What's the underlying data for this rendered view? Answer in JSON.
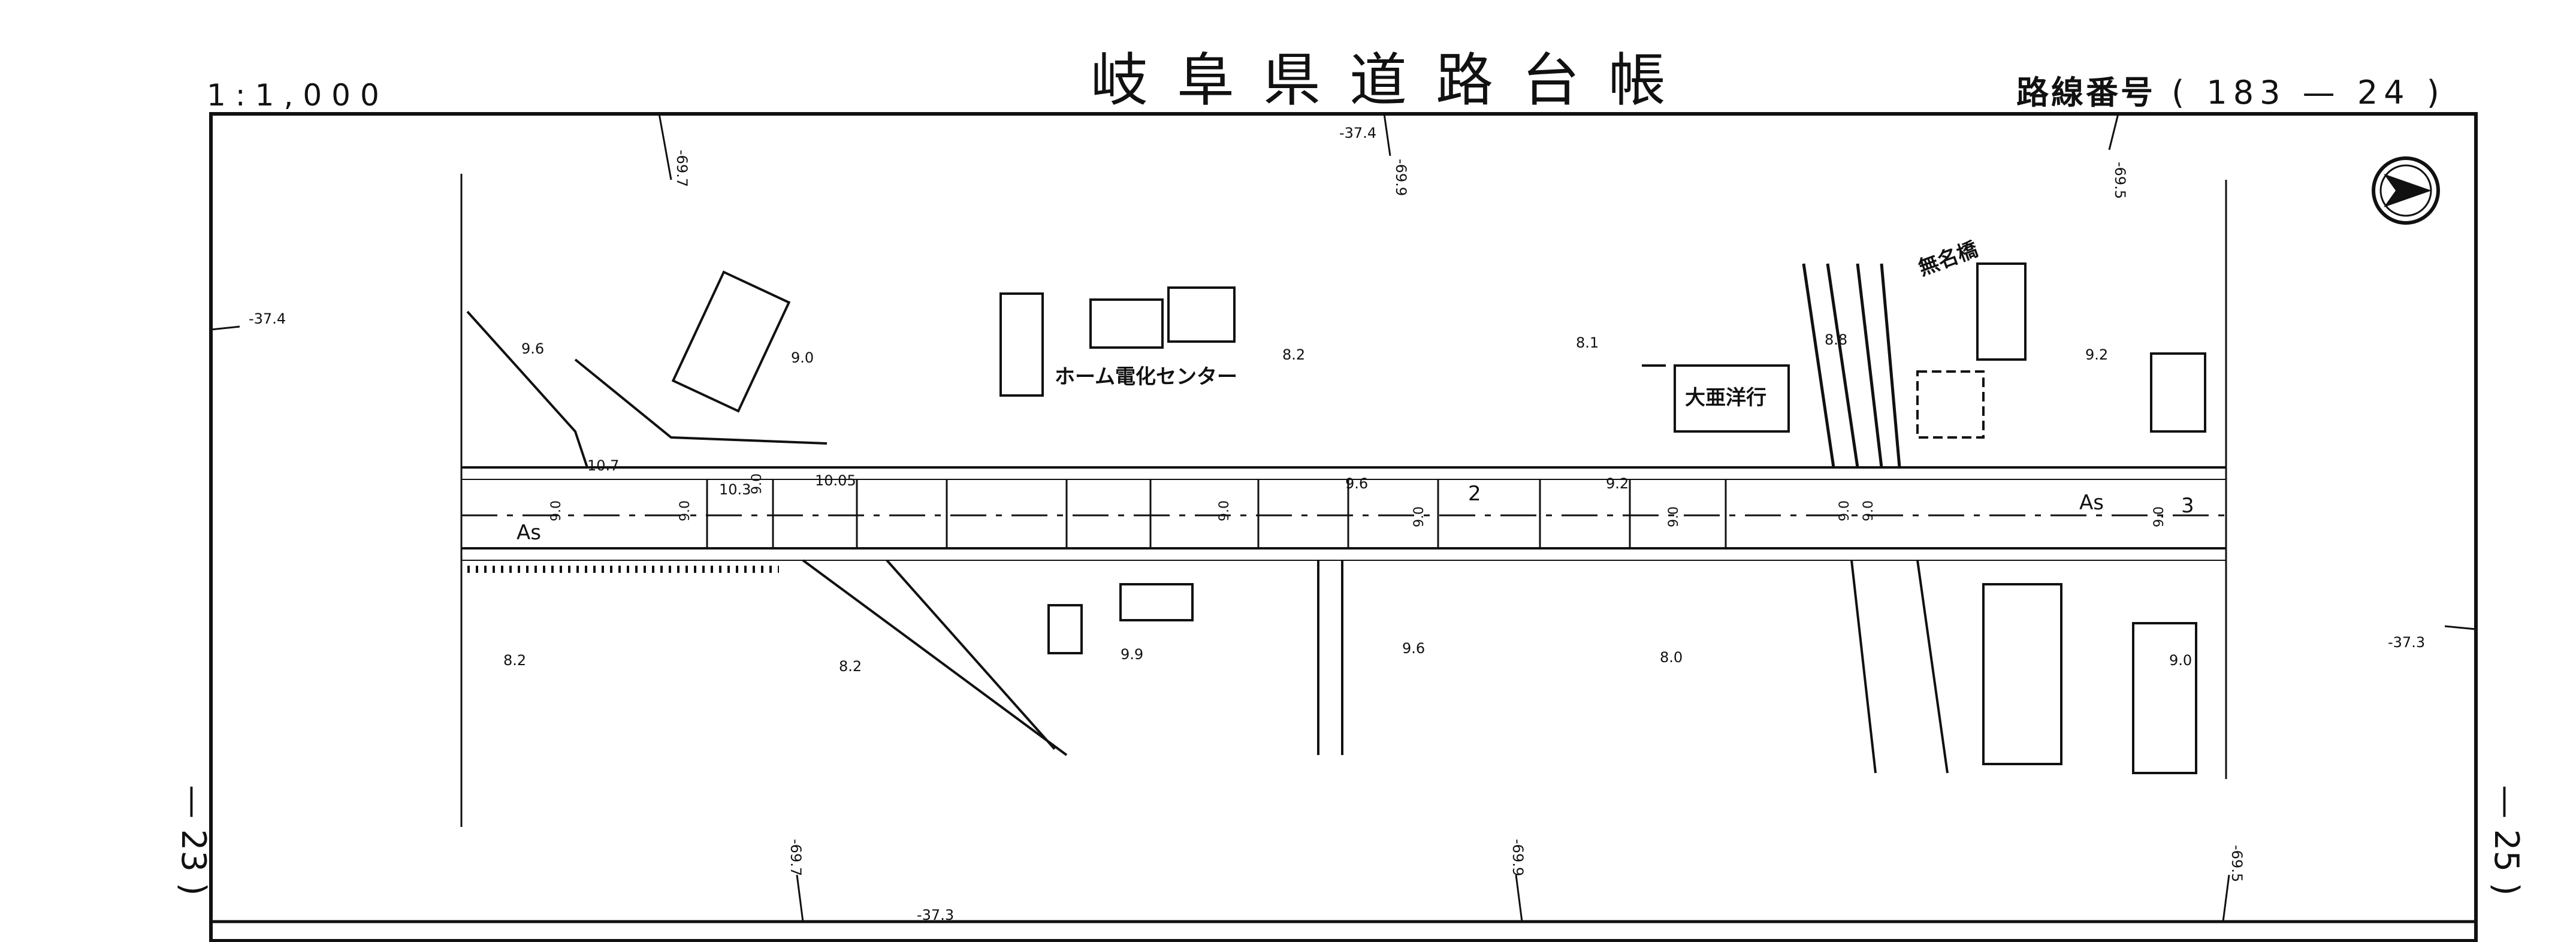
{
  "header": {
    "title": "岐阜県道路台帳",
    "scale": "1:1,000",
    "route_label": "路線番号",
    "route_open": "(",
    "route_number": "183",
    "route_dash": "—",
    "route_sheet": "24",
    "route_close": ")"
  },
  "adjacent": {
    "left": "— 23 )",
    "right": "— 25 )"
  },
  "map": {
    "north_arrow_icon": "north-arrow-icon",
    "buildings": {
      "home_center": "ホーム電化センター",
      "daia": "大亜洋行"
    },
    "bridge": "無名橋",
    "surface_labels": [
      "As",
      "As"
    ],
    "station_numbers": [
      "2",
      "3"
    ],
    "elevations": [
      "9.6",
      "9.0",
      "10.7",
      "10.3",
      "10.05",
      "8.2",
      "9.6",
      "9.2",
      "8.1",
      "8.8",
      "9.2",
      "8.2",
      "8.2",
      "9.9",
      "9.6",
      "8.0",
      "9.0"
    ],
    "road_widths": [
      "9.0",
      "9.0",
      "9.0",
      "9.0",
      "9.0",
      "9.0",
      "9.0",
      "9.0",
      "9.0"
    ],
    "grid_coords": [
      "-37.4",
      "-37.4",
      "-37.3",
      "-37.3",
      "-69.7",
      "-69.9",
      "-69.5",
      "-69.7",
      "-69.9",
      "-69.5"
    ]
  }
}
